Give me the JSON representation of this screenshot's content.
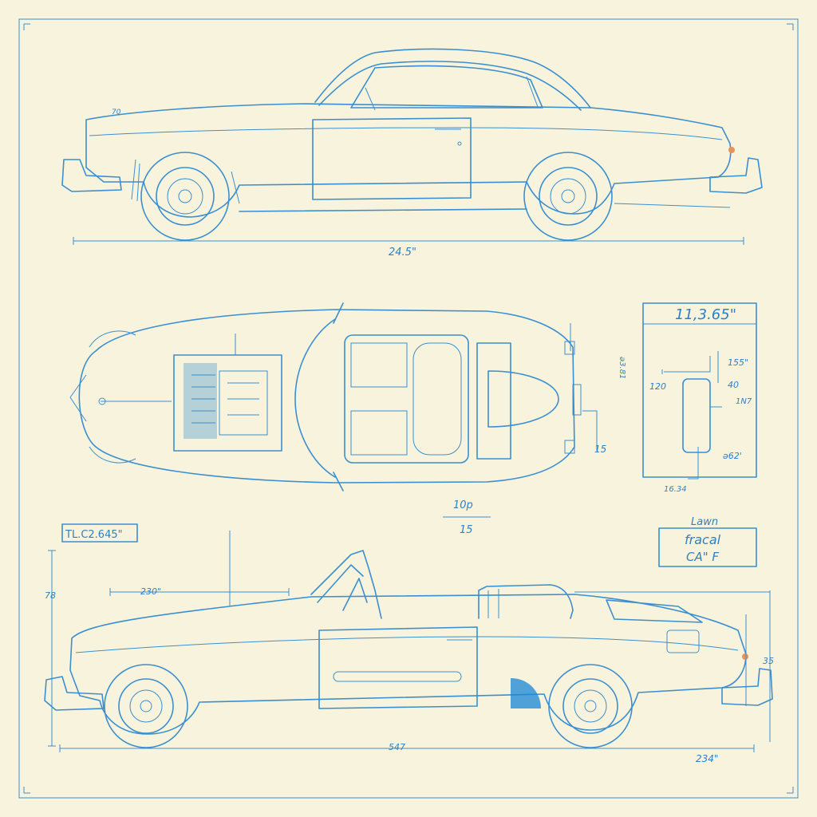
{
  "colors": {
    "paper": "#f8f3dc",
    "line": "#3b8fd0",
    "ink": "#2f7fc4",
    "accent": "#1a86d8",
    "lamp": "#e8935a"
  },
  "coupe_side": {
    "overall_length": "24.5\"",
    "logo_mark": "70"
  },
  "top_view": {
    "box_title": "11,3.65\"",
    "box_dims": [
      "ǝ3.81",
      "120",
      "155\"",
      "40",
      "1N7",
      "ǝ62'",
      "16.34"
    ],
    "callout_right": "15",
    "center_dim_top": "10p",
    "center_dim_bottom": "15"
  },
  "convertible_side": {
    "title_tag": "TL.C2.645\"",
    "height_dim": "78",
    "hood_dim": "230\"",
    "overall_length": "547",
    "rear_dim": "234\"",
    "rear_height": "35"
  },
  "legend_box": {
    "line1": "Lawn",
    "line2": "fracal",
    "line3": "CA\" F"
  }
}
